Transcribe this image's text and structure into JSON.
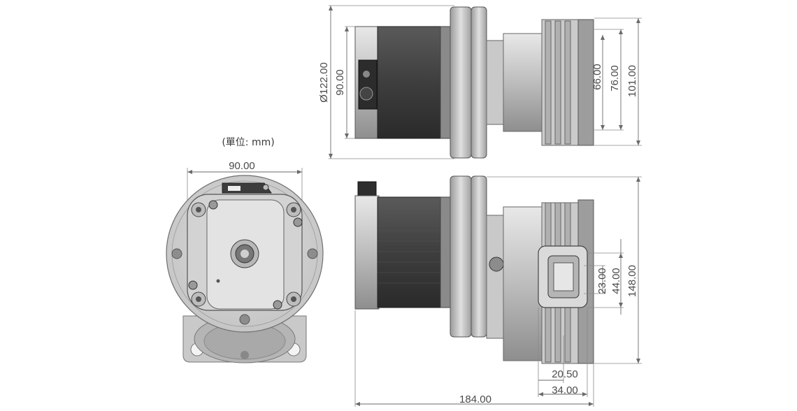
{
  "unit_label": "(單位: mm)",
  "front_view": {
    "width_dim": "90.00"
  },
  "top_view": {
    "dia_dim": "Ø122.00",
    "height_dim_90": "90.00",
    "dim_66": "66.00",
    "dim_76": "76.00",
    "dim_101": "101.00"
  },
  "side_view": {
    "dim_23": "23.00",
    "dim_44": "44.00",
    "dim_148": "148.00",
    "dim_20_5": "20.50",
    "dim_34": "34.00",
    "dim_184": "184.00"
  }
}
